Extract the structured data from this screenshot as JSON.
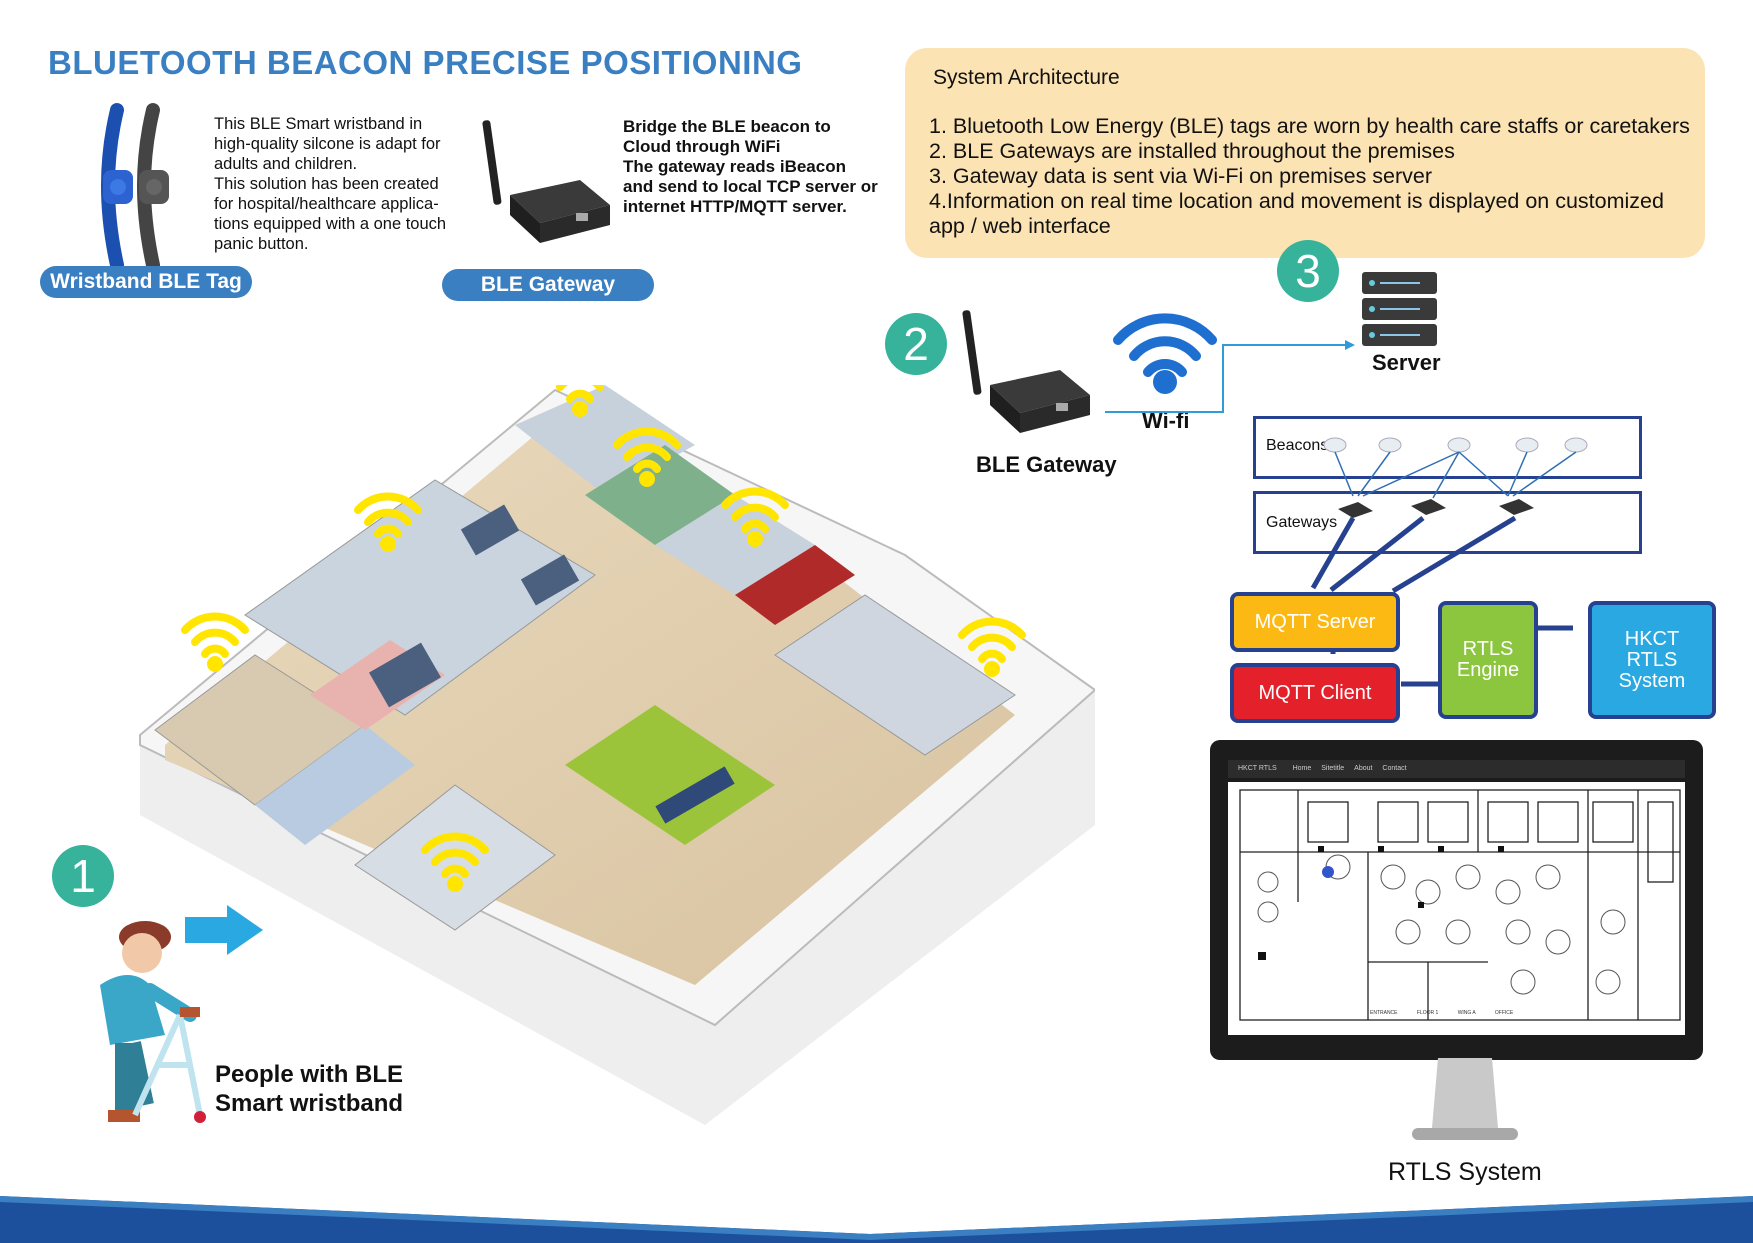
{
  "title": "BLUETOOTH BEACON PRECISE POSITIONING",
  "wristband": {
    "desc_lines": [
      "This BLE Smart wristband in",
      "high-quality silcone is adapt for",
      "adults and children.",
      "This solution has been created",
      "for hospital/healthcare applica-",
      "tions equipped with a one touch",
      "panic button."
    ],
    "pill": "Wristband BLE Tag"
  },
  "gateway": {
    "desc_lines": [
      "Bridge the BLE beacon to",
      "Cloud through WiFi",
      "The gateway reads iBeacon",
      "and send to local TCP server or",
      "internet HTTP/MQTT server."
    ],
    "pill": "BLE Gateway"
  },
  "architecture": {
    "heading": "System Architecture",
    "items": [
      "1. Bluetooth Low Energy (BLE) tags are worn by health care staffs or caretakers",
      "2. BLE Gateways are installed throughout the premises",
      "3. Gateway data is sent via Wi-Fi on premises server",
      "4.Information on real time location and movement is displayed on customized",
      "app / web interface"
    ]
  },
  "flow": {
    "step1": "1",
    "step2": "2",
    "step3": "3",
    "gateway_label": "BLE Gateway",
    "wifi_label": "Wi-fi",
    "server_label": "Server"
  },
  "diagram": {
    "beacons_label": "Beacons",
    "gateways_label": "Gateways",
    "mqtt_server": "MQTT Server",
    "mqtt_client": "MQTT Client",
    "rtls_engine": [
      "RTLS",
      "Engine"
    ],
    "hkct": [
      "HKCT",
      "RTLS",
      "System"
    ]
  },
  "screen": {
    "nav": [
      "HKCT RTLS",
      "Home",
      "Sitetitle",
      "About",
      "Contact"
    ],
    "bottom_labels": [
      "ENTRANCE",
      "FLOOR 1",
      "WING A",
      "OFFICE"
    ]
  },
  "people_label": [
    "People with BLE",
    "Smart wristband"
  ],
  "rtls_label": "RTLS System",
  "colors": {
    "title": "#3a7fc1",
    "pill": "#3a7fc1",
    "arch_bg": "#fce3b3",
    "step_circle": "#36b39a",
    "mqtt_server": "#fdb913",
    "mqtt_client": "#e4202a",
    "rtls_engine": "#8cc63f",
    "hkct": "#29a8e1",
    "box_border": "#26418f",
    "wifi_signal": "#ffe500"
  }
}
